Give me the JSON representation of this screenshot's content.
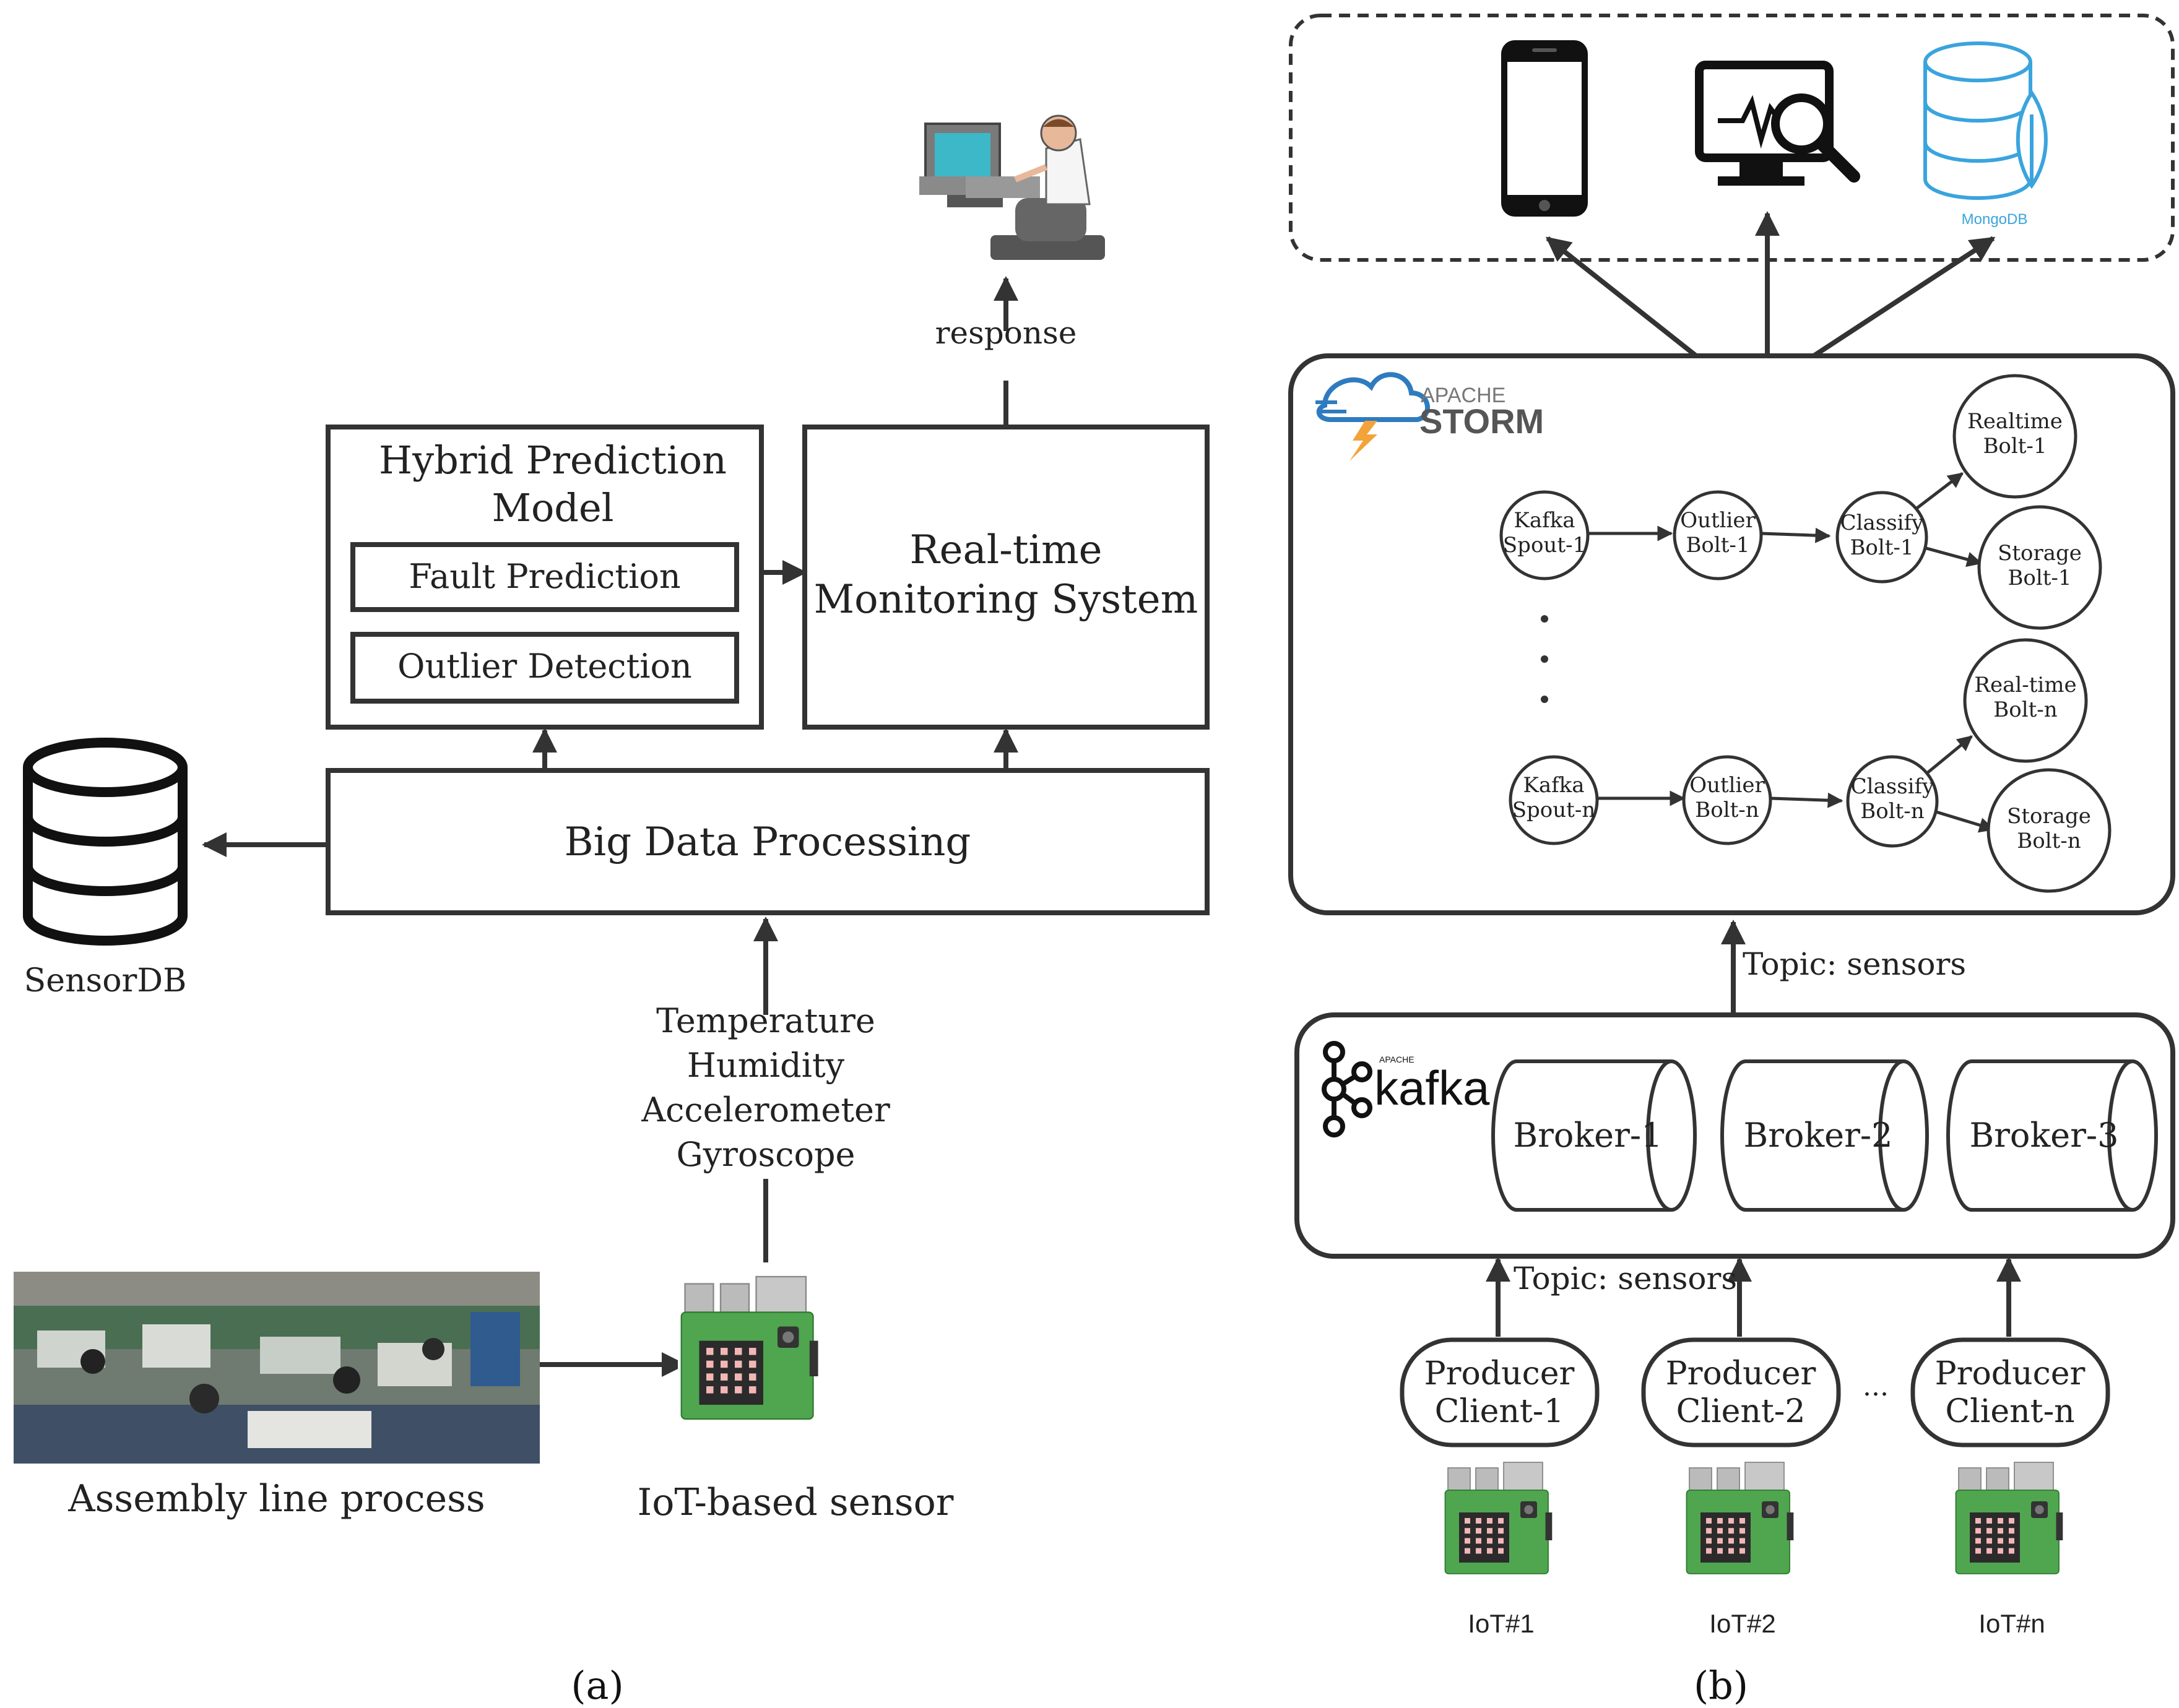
{
  "panel_a": {
    "caption": "(a)",
    "user_output_label": "response",
    "hybrid_model": {
      "title_line1": "Hybrid Prediction",
      "title_line2": "Model",
      "fault": "Fault Prediction",
      "outlier": "Outlier Detection"
    },
    "monitoring": {
      "line1": "Real-time",
      "line2": "Monitoring System"
    },
    "big_data": "Big Data Processing",
    "sensor_db": "SensorDB",
    "sensor_streams": [
      "Temperature",
      "Humidity",
      "Accelerometer",
      "Gyroscope"
    ],
    "assembly_label": "Assembly line process",
    "iot_label": "IoT-based sensor"
  },
  "panel_b": {
    "caption": "(b)",
    "consumers": {
      "db_label": "MongoDB"
    },
    "storm": {
      "brand_top": "APACHE",
      "brand_main": "STORM",
      "row1": {
        "spout": [
          "Kafka",
          "Spout-1"
        ],
        "outlier": [
          "Outlier",
          "Bolt-1"
        ],
        "classify": [
          "Classify",
          "Bolt-1"
        ],
        "realtime": [
          "Realtime",
          "Bolt-1"
        ],
        "storage": [
          "Storage",
          "Bolt-1"
        ]
      },
      "row2": {
        "spout": [
          "Kafka",
          "Spout-n"
        ],
        "outlier": [
          "Outlier",
          "Bolt-n"
        ],
        "classify": [
          "Classify",
          "Bolt-n"
        ],
        "realtime": [
          "Real-time",
          "Bolt-n"
        ],
        "storage": [
          "Storage",
          "Bolt-n"
        ]
      }
    },
    "topic_upper": "Topic: sensors",
    "topic_lower": "Topic: sensors",
    "kafka": {
      "brand_top": "APACHE",
      "brand_main": "kafka",
      "brokers": [
        "Broker-1",
        "Broker-2",
        "Broker-3"
      ]
    },
    "producers": [
      {
        "line1": "Producer",
        "line2": "Client-1"
      },
      {
        "line1": "Producer",
        "line2": "Client-2"
      },
      {
        "line1": "Producer",
        "line2": "Client-n"
      }
    ],
    "producer_gap": "...",
    "iot_devices": [
      "IoT#1",
      "IoT#2",
      "IoT#n"
    ]
  },
  "colors": {
    "ink": "#333333",
    "mongo": "#3aa4dd",
    "storm_blue": "#2f7bbf",
    "storm_orange": "#f2a33a",
    "board": "#4fa64f"
  }
}
